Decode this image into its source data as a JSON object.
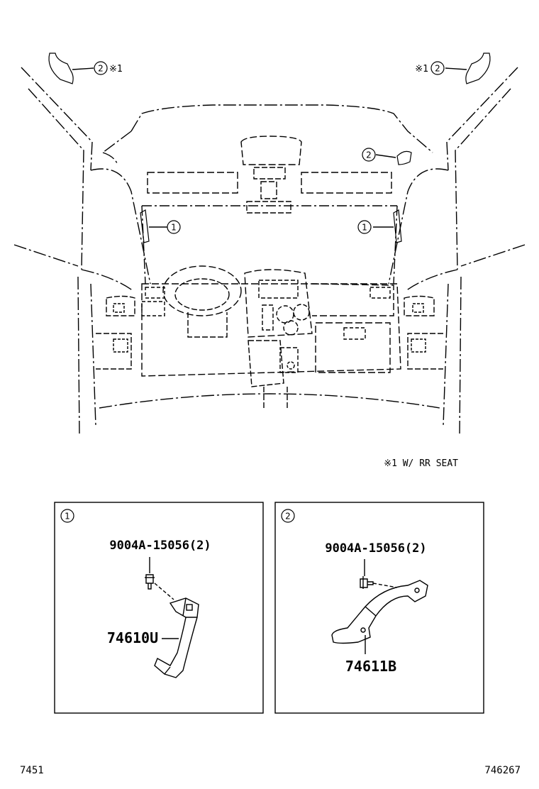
{
  "overview": {
    "callouts": [
      {
        "num": "2",
        "suffix": "※1"
      },
      {
        "prefix": "※1",
        "num": "2"
      },
      {
        "num": "2"
      },
      {
        "num": "1"
      },
      {
        "num": "1"
      }
    ],
    "note": "※1 W/ RR SEAT"
  },
  "panels": [
    {
      "num": "1",
      "screw": "9004A-15056(2)",
      "part": "74610U"
    },
    {
      "num": "2",
      "screw": "9004A-15056(2)",
      "part": "74611B"
    }
  ],
  "footer": {
    "left": "7451",
    "right": "746267"
  }
}
